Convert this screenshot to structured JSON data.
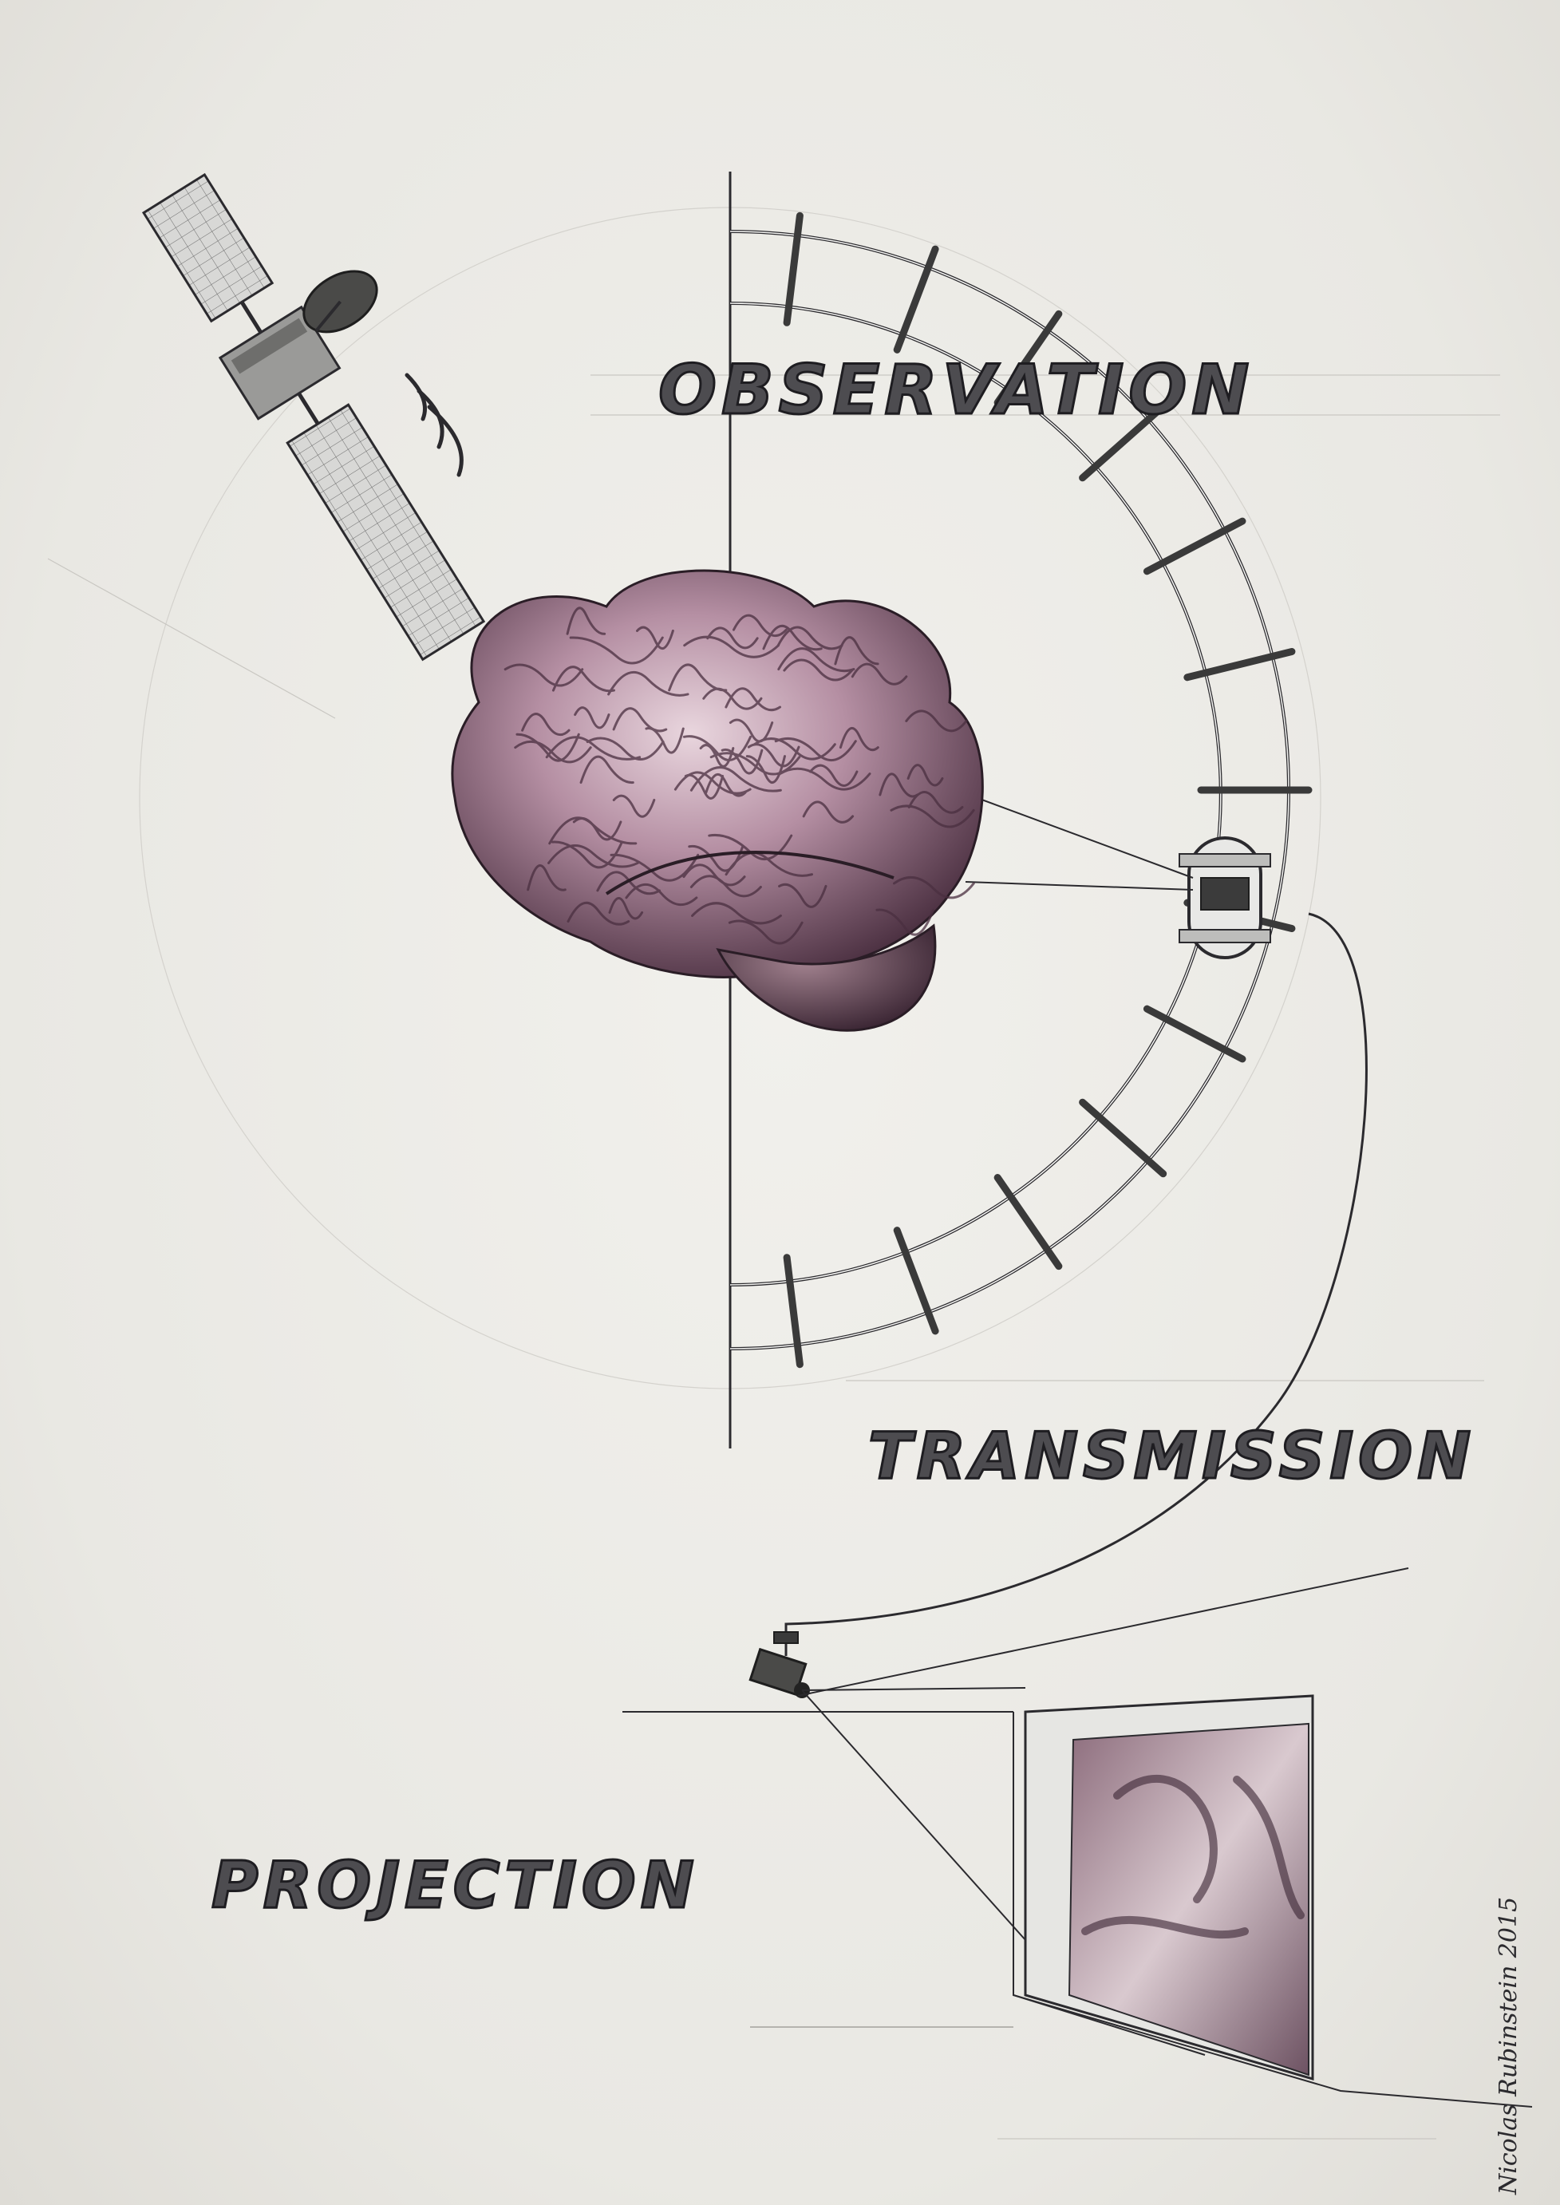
{
  "labels": {
    "observation": "OBSERVATION",
    "transmission": "TRANSMISSION",
    "projection": "PROJECTION"
  },
  "signature": "Nicolas Rubinstein 2015",
  "palette": {
    "paper": "#ecebe6",
    "ink": "#2b2a2e",
    "brain": "#b58fa3",
    "brain_shadow": "#5a3b4d"
  }
}
